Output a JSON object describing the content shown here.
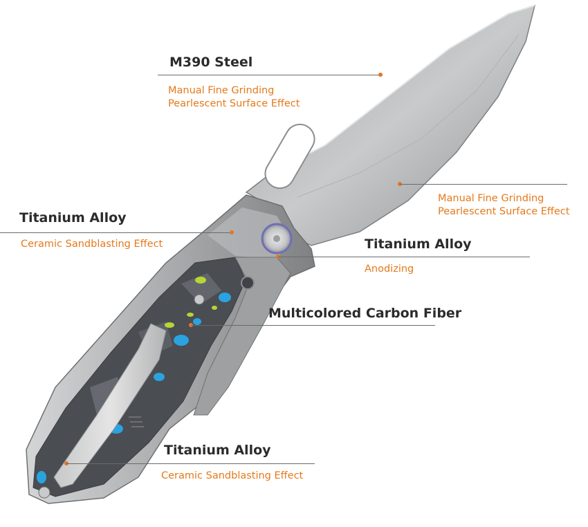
{
  "callouts": {
    "blade": {
      "title": "M390 Steel",
      "sub1": "Manual Fine Grinding",
      "sub2": "Pearlescent Surface Effect"
    },
    "blade_side": {
      "sub1": "Manual Fine Grinding",
      "sub2": "Pearlescent Surface Effect"
    },
    "handle_top": {
      "title": "Titanium Alloy",
      "sub1": "Ceramic Sandblasting Effect"
    },
    "pivot": {
      "title": "Titanium Alloy",
      "sub1": "Anodizing"
    },
    "inlay": {
      "title": "Multicolored Carbon Fiber"
    },
    "clip": {
      "title": "Titanium Alloy",
      "sub1": "Ceramic Sandblasting Effect"
    }
  },
  "colors": {
    "accent": "#e5791a",
    "dot": "#e2762a",
    "title": "#2b2b2b",
    "line": "#6a6a6a"
  }
}
